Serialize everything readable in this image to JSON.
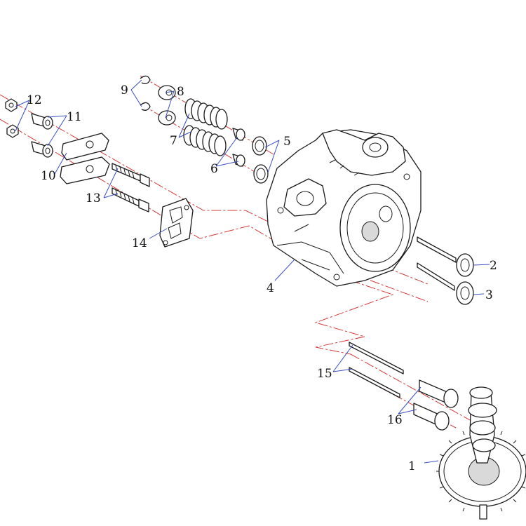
{
  "colors": {
    "line": "#1a1a1a",
    "centerline": "#d23a3a",
    "leader": "#3a4fc0",
    "background": "#ffffff"
  },
  "callouts": {
    "c1": "1",
    "c2": "2",
    "c3": "3",
    "c4": "4",
    "c5": "5",
    "c6": "6",
    "c7": "7",
    "c8": "8",
    "c9": "9",
    "c10": "10",
    "c11": "11",
    "c12": "12",
    "c13": "13",
    "c14": "14",
    "c15": "15",
    "c16": "16"
  }
}
